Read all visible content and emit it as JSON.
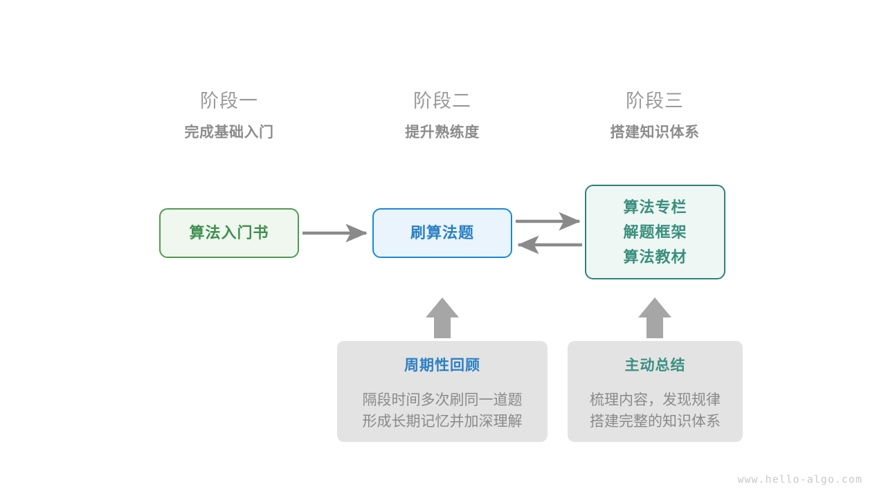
{
  "diagram": {
    "footer": "www.hello-algo.com",
    "colors": {
      "green": "#3f8f4f",
      "blue": "#2b7fc4",
      "teal": "#3a8f7d",
      "gray_text": "#8a8a8a",
      "arrow": "#8a8a8a",
      "tip_bg": "#e3e3e3"
    },
    "stages": [
      {
        "title": "阶段一",
        "subtitle": "完成基础入门"
      },
      {
        "title": "阶段二",
        "subtitle": "提升熟练度"
      },
      {
        "title": "阶段三",
        "subtitle": "搭建知识体系"
      }
    ],
    "nodes": [
      {
        "id": "book",
        "lines": [
          "算法入门书"
        ]
      },
      {
        "id": "practice",
        "lines": [
          "刷算法题"
        ]
      },
      {
        "id": "resources",
        "lines": [
          "算法专栏",
          "解题框架",
          "算法教材"
        ]
      }
    ],
    "tips": [
      {
        "id": "review",
        "title": "周期性回顾",
        "body": [
          "隔段时间多次刷同一道题",
          "形成长期记忆并加深理解"
        ]
      },
      {
        "id": "summary",
        "title": "主动总结",
        "body": [
          "梳理内容，发现规律",
          "搭建完整的知识体系"
        ]
      }
    ],
    "arrows": [
      {
        "name": "book-to-practice",
        "direction": "right"
      },
      {
        "name": "practice-to-resources",
        "direction": "right"
      },
      {
        "name": "resources-to-practice",
        "direction": "left"
      },
      {
        "name": "review-to-practice",
        "direction": "up"
      },
      {
        "name": "summary-to-resources",
        "direction": "up"
      }
    ]
  }
}
